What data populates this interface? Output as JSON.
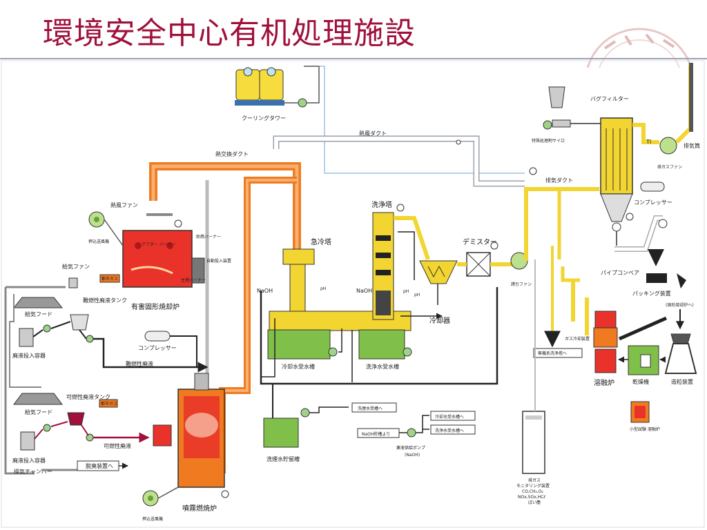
{
  "title": "環境安全中心有机処理施設",
  "labels": {
    "cooling_tower": "クーリングタワー",
    "hot_air_duct": "熱風ダクト",
    "heat_exchange_duct": "熱交換ダクト",
    "bag_filter": "バグフィルター",
    "exhaust_stack": "排気筒",
    "special_silo": "特殊処理剤サイロ",
    "exhaust_duct": "排気ダクト",
    "exhaust_fan": "排ガスファン",
    "compressor": "コンプレッサー",
    "pipe_conveyor": "パイプコンベア",
    "packing": "パッキング装置",
    "to_solid_incinerator": "(固形焼却炉へ)",
    "hot_air_fan": "熱風ファン",
    "forced_fan": "押込送風機",
    "supply_fan": "給気ファン",
    "hard_waste_tank": "難燃性廃液タンク",
    "supply_hood": "給気フード",
    "waste_container": "廃液投入容器",
    "city_gas": "都市ガス",
    "solid_incinerator": "有害固形焼却炉",
    "afterburner": "アフター バーナー",
    "aux_burner": "助燃バーナー",
    "auto_feeder": "自動投入装置",
    "main_burner": "主燃バーナー",
    "compressor_left": "コンプレッサー",
    "hard_waste": "難燃性廃液",
    "flammable_tank": "可燃性廃液タンク",
    "exhaust_chamber": "排気チャンバー",
    "to_deodorizer": "脱臭装置へ",
    "flammable_waste": "可燃性廃液",
    "spray_furnace": "噴霧燃焼炉",
    "quench": "急冷塔",
    "naoh_1": "NaOH",
    "naoh_2": "NaOH",
    "ph_1": "pH",
    "ph_2": "pH",
    "ph_3": "pH",
    "ti": "TI",
    "cooling_tank": "冷却水受水槽",
    "washing_tower": "洗浄塔",
    "washing_tank": "洗浄水受水槽",
    "demister": "デミスター",
    "induced_fan": "誘引ファン",
    "cooler": "冷却器",
    "gas_cooler": "ガス冷却装置",
    "to_inorganic_wash": "無機系洗浄塔へ",
    "melting_furnace": "溶融炉",
    "dryer": "乾燥機",
    "granulator": "造粒装置",
    "small_melting_furnace": "小型試験 溶融炉",
    "to_washing_tank": "洗煙水受槽へ",
    "from_naoh_tank": "NaOH貯槽より",
    "to_cooling_tank": "冷却水受水槽へ",
    "to_washing_tank2": "洗浄水受水槽へ",
    "chem_pump": "薬液供給ポンプ",
    "chem_pump_sub": "(NaOH)",
    "wash_storage": "洗煙水貯留槽",
    "monitor_1": "排ガス",
    "monitor_2": "モニタリング装置",
    "monitor_3": "CO,CH₄,O₂",
    "monitor_4": "NOx,SOx,HCℓ",
    "monitor_5": "ばい塵"
  },
  "colors": {
    "title": "#a0103a",
    "hot_gas": "#f07a20",
    "hot_gas_light": "#f6b070",
    "gas": "#f2d531",
    "water": "#7fbf4a",
    "furnace_red": "#e8322a",
    "chem": "#a0103a"
  },
  "icons": [
    "fan-icon",
    "pump-icon",
    "hopper-icon",
    "compressor-icon",
    "valve-icon"
  ]
}
